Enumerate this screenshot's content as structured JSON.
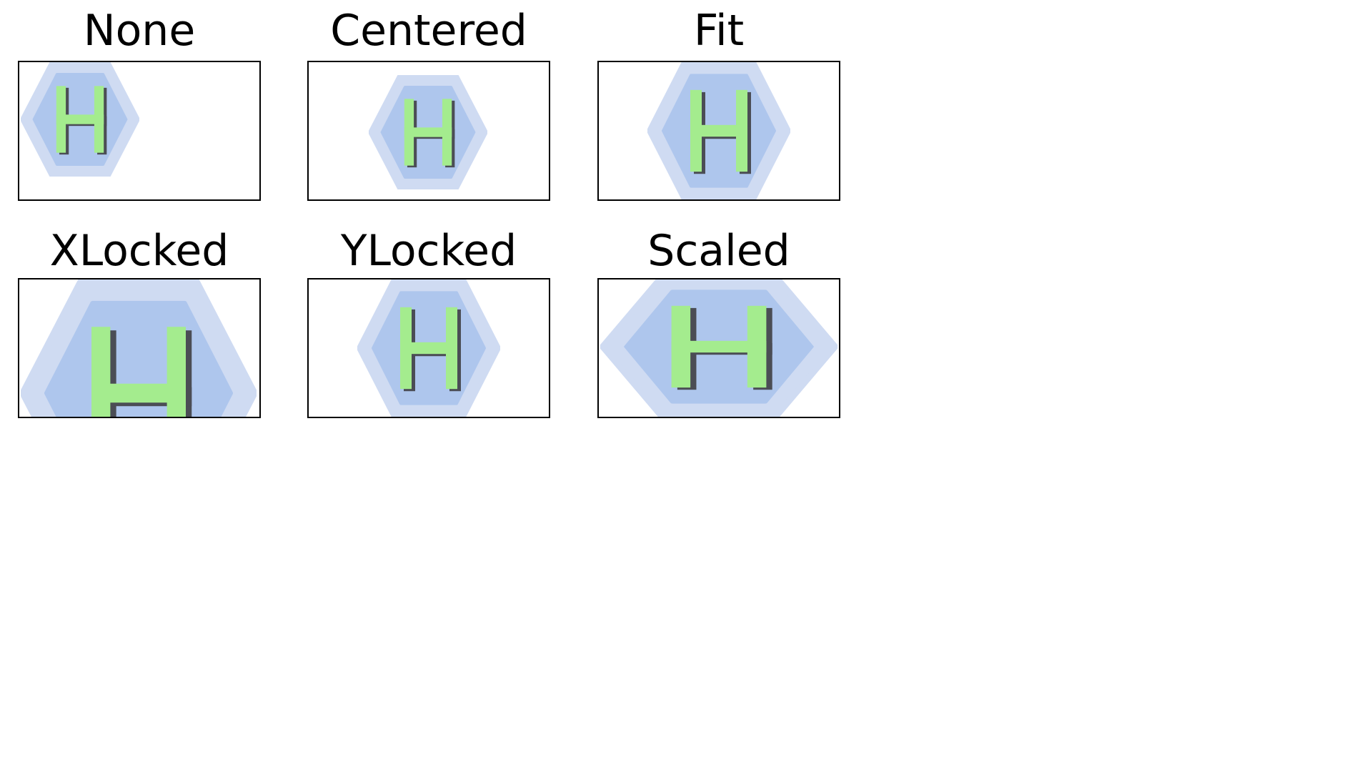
{
  "panels": [
    {
      "label": "None",
      "mode": "none"
    },
    {
      "label": "Centered",
      "mode": "centered"
    },
    {
      "label": "Fit",
      "mode": "fit"
    },
    {
      "label": "XLocked",
      "mode": "xlocked"
    },
    {
      "label": "YLocked",
      "mode": "ylocked"
    },
    {
      "label": "Scaled",
      "mode": "scaled"
    }
  ],
  "image": {
    "letter": "H",
    "hex_outer_color": "#cfdbf2",
    "hex_inner_color": "#aec6ed",
    "letter_color": "#a4ec8e",
    "letter_shadow_color": "#4b4d55"
  }
}
